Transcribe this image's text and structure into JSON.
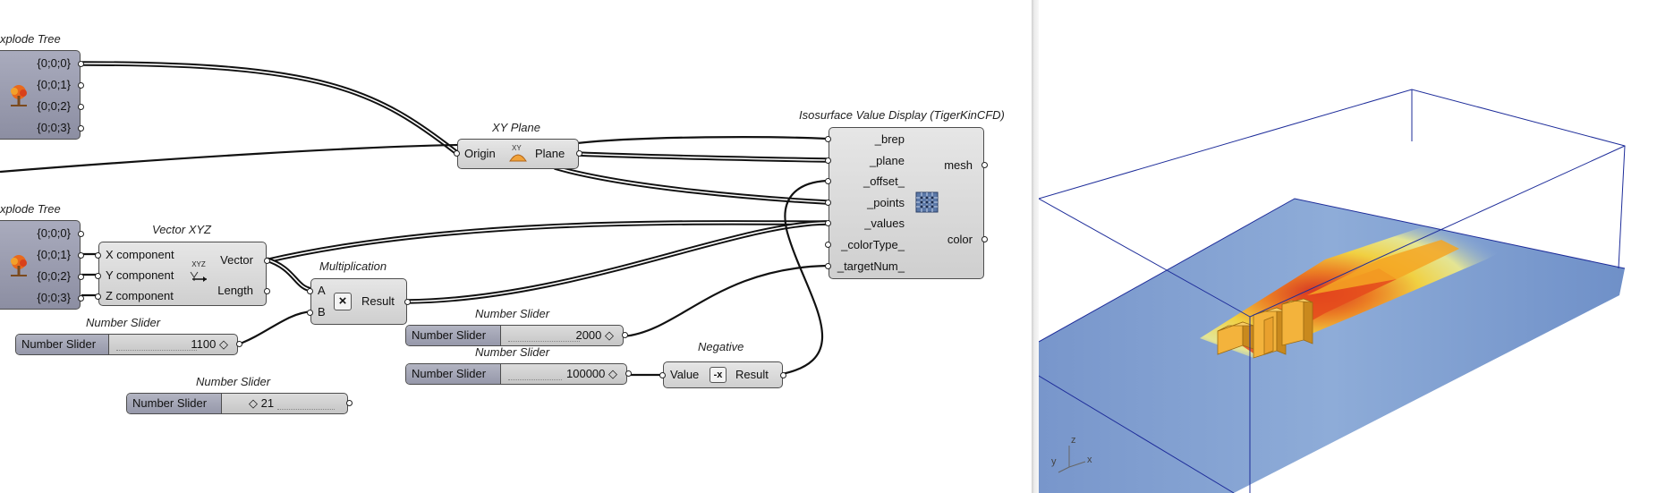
{
  "explode_tree_top": {
    "title": "xplode Tree",
    "outputs": [
      "{0;0;0}",
      "{0;0;1}",
      "{0;0;2}",
      "{0;0;3}"
    ],
    "icon": "tree-icon"
  },
  "explode_tree_bottom": {
    "title": "xplode Tree",
    "outputs": [
      "{0;0;0}",
      "{0;0;1}",
      "{0;0;2}",
      "{0;0;3}"
    ],
    "icon": "tree-icon"
  },
  "xy_plane": {
    "title": "XY Plane",
    "input": "Origin",
    "output": "Plane",
    "icon": "xy-plane-icon"
  },
  "vector_xyz": {
    "title": "Vector XYZ",
    "inputs": [
      "X component",
      "Y component",
      "Z component"
    ],
    "outputs": [
      "Vector",
      "Length"
    ],
    "icon": "xyz-vector-icon",
    "icon_text": "XYZ"
  },
  "multiplication": {
    "title": "Multiplication",
    "inputs": [
      "A",
      "B"
    ],
    "output": "Result",
    "icon": "multiply-icon"
  },
  "negative": {
    "title": "Negative",
    "input": "Value",
    "output": "Result",
    "icon": "negative-icon"
  },
  "isosurface": {
    "title": "Isosurface Value Display (TigerKinCFD)",
    "inputs": [
      "_brep",
      "_plane",
      "_offset_",
      "_points",
      "_values",
      "_colorType_",
      "_targetNum_"
    ],
    "outputs": [
      "mesh",
      "color"
    ],
    "icon": "points-grid-icon"
  },
  "sliders": [
    {
      "title": "Number Slider",
      "label": "Number Slider",
      "value": "1100 ◇"
    },
    {
      "title": "Number Slider",
      "label": "Number Slider",
      "value": "2000 ◇"
    },
    {
      "title": "Number Slider",
      "label": "Number Slider",
      "value": "100000 ◇"
    },
    {
      "title": "Number Slider",
      "label": "Number Slider",
      "value": "◇ 21"
    }
  ],
  "viewport": {
    "axis_labels": {
      "x": "x",
      "y": "y",
      "z": "z"
    }
  },
  "colors": {
    "wire": "#111111",
    "component_fill": "#dcdcdc",
    "slider_label_fill": "#a3a5b6",
    "viewport_frame": "#1e2d9a",
    "ground_plane": "#6f92c9"
  }
}
